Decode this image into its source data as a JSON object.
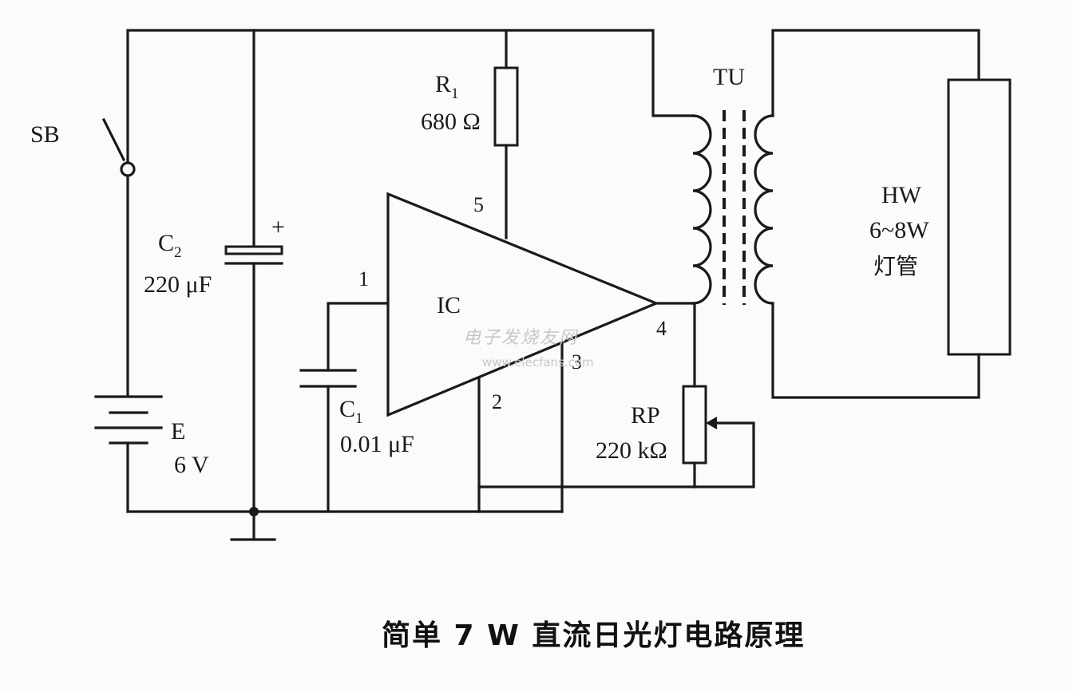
{
  "caption": "简单 7 W 直流日光灯电路原理",
  "components": {
    "switch": {
      "ref": "SB"
    },
    "battery": {
      "ref": "E",
      "value": "6 V"
    },
    "c2": {
      "ref_main": "C",
      "ref_sub": "2",
      "value": "220 μF",
      "polarity": "+"
    },
    "c1": {
      "ref_main": "C",
      "ref_sub": "1",
      "value": "0.01 μF"
    },
    "r1": {
      "ref_main": "R",
      "ref_sub": "1",
      "value": "680 Ω"
    },
    "ic": {
      "ref": "IC",
      "pins": [
        "1",
        "2",
        "3",
        "4",
        "5"
      ]
    },
    "rp": {
      "ref": "RP",
      "value": "220 kΩ"
    },
    "transformer": {
      "ref": "TU"
    },
    "lamp": {
      "ref": "HW",
      "power": "6~8W",
      "desc": "灯管"
    }
  },
  "watermark": {
    "cn": "电子发烧友网",
    "url": "www.elecfans.com"
  }
}
